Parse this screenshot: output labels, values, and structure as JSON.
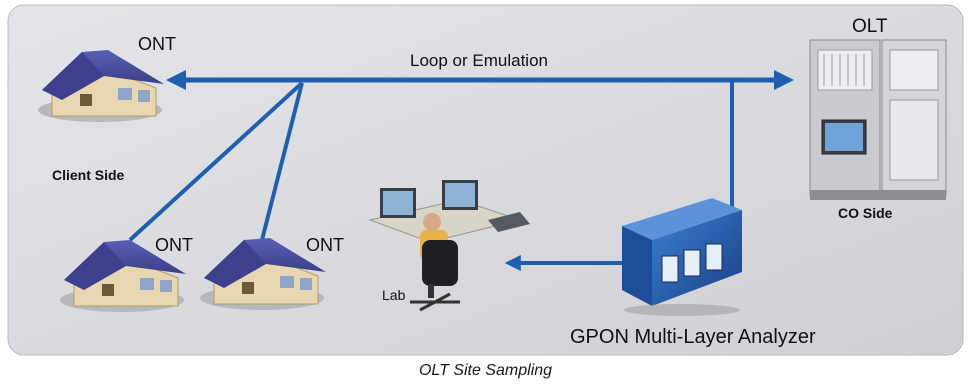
{
  "diagram": {
    "loop_label": "Loop or Emulation",
    "client_side_label": "Client Side",
    "co_side_label": "CO Side",
    "olt_label": "OLT",
    "ont_top_label": "ONT",
    "ont_bottom_left_label": "ONT",
    "ont_bottom_right_label": "ONT",
    "lab_label": "Lab",
    "analyzer_label": "GPON Multi-Layer Analyzer",
    "caption": "OLT Site Sampling"
  },
  "colors": {
    "panel_bg": "#d7d8db",
    "arrow_blue": "#1f5fb0",
    "roof_blue": "#4a4fa0",
    "house_wall": "#e8d6b0",
    "analyzer_blue": "#1b4f9c"
  },
  "icons": [
    "house-icon",
    "olt-rack-icon",
    "analyzer-device-icon",
    "lab-workstation-icon",
    "arrow-icon"
  ]
}
